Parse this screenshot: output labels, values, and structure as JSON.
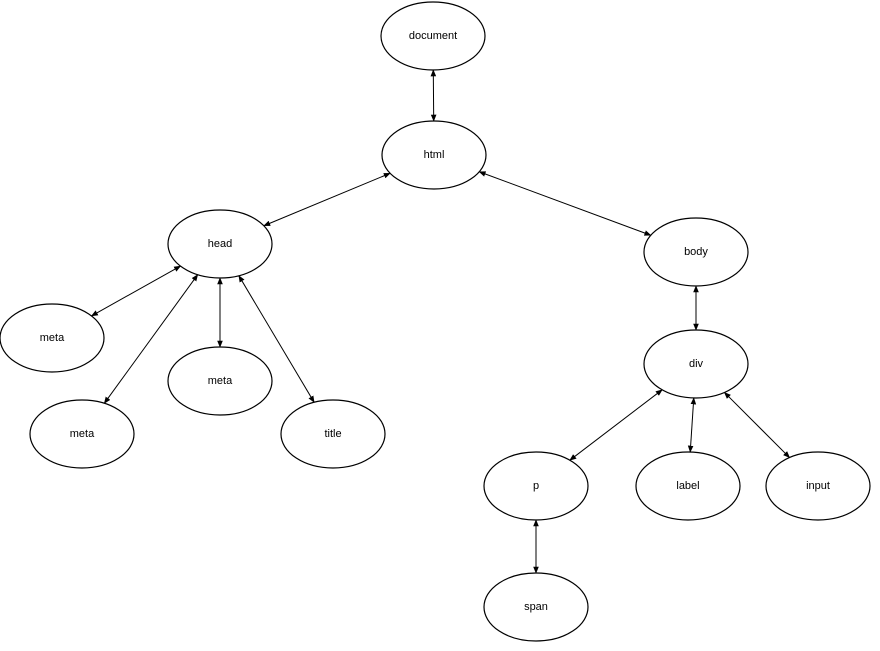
{
  "diagram": {
    "nodes": [
      {
        "id": "document",
        "label": "document"
      },
      {
        "id": "html",
        "label": "html"
      },
      {
        "id": "head",
        "label": "head"
      },
      {
        "id": "body",
        "label": "body"
      },
      {
        "id": "meta1",
        "label": "meta"
      },
      {
        "id": "meta2",
        "label": "meta"
      },
      {
        "id": "meta3",
        "label": "meta"
      },
      {
        "id": "title",
        "label": "title"
      },
      {
        "id": "div",
        "label": "div"
      },
      {
        "id": "p",
        "label": "p"
      },
      {
        "id": "label",
        "label": "label"
      },
      {
        "id": "input",
        "label": "input"
      },
      {
        "id": "span",
        "label": "span"
      }
    ],
    "edges": [
      {
        "from": "document",
        "to": "html",
        "bidirectional": true
      },
      {
        "from": "html",
        "to": "head",
        "bidirectional": true
      },
      {
        "from": "html",
        "to": "body",
        "bidirectional": true
      },
      {
        "from": "head",
        "to": "meta1",
        "bidirectional": true
      },
      {
        "from": "head",
        "to": "meta2",
        "bidirectional": true
      },
      {
        "from": "head",
        "to": "meta3",
        "bidirectional": true
      },
      {
        "from": "head",
        "to": "title",
        "bidirectional": true
      },
      {
        "from": "body",
        "to": "div",
        "bidirectional": true
      },
      {
        "from": "div",
        "to": "p",
        "bidirectional": true
      },
      {
        "from": "div",
        "to": "label",
        "bidirectional": true
      },
      {
        "from": "div",
        "to": "input",
        "bidirectional": true
      },
      {
        "from": "p",
        "to": "span",
        "bidirectional": true
      }
    ]
  }
}
